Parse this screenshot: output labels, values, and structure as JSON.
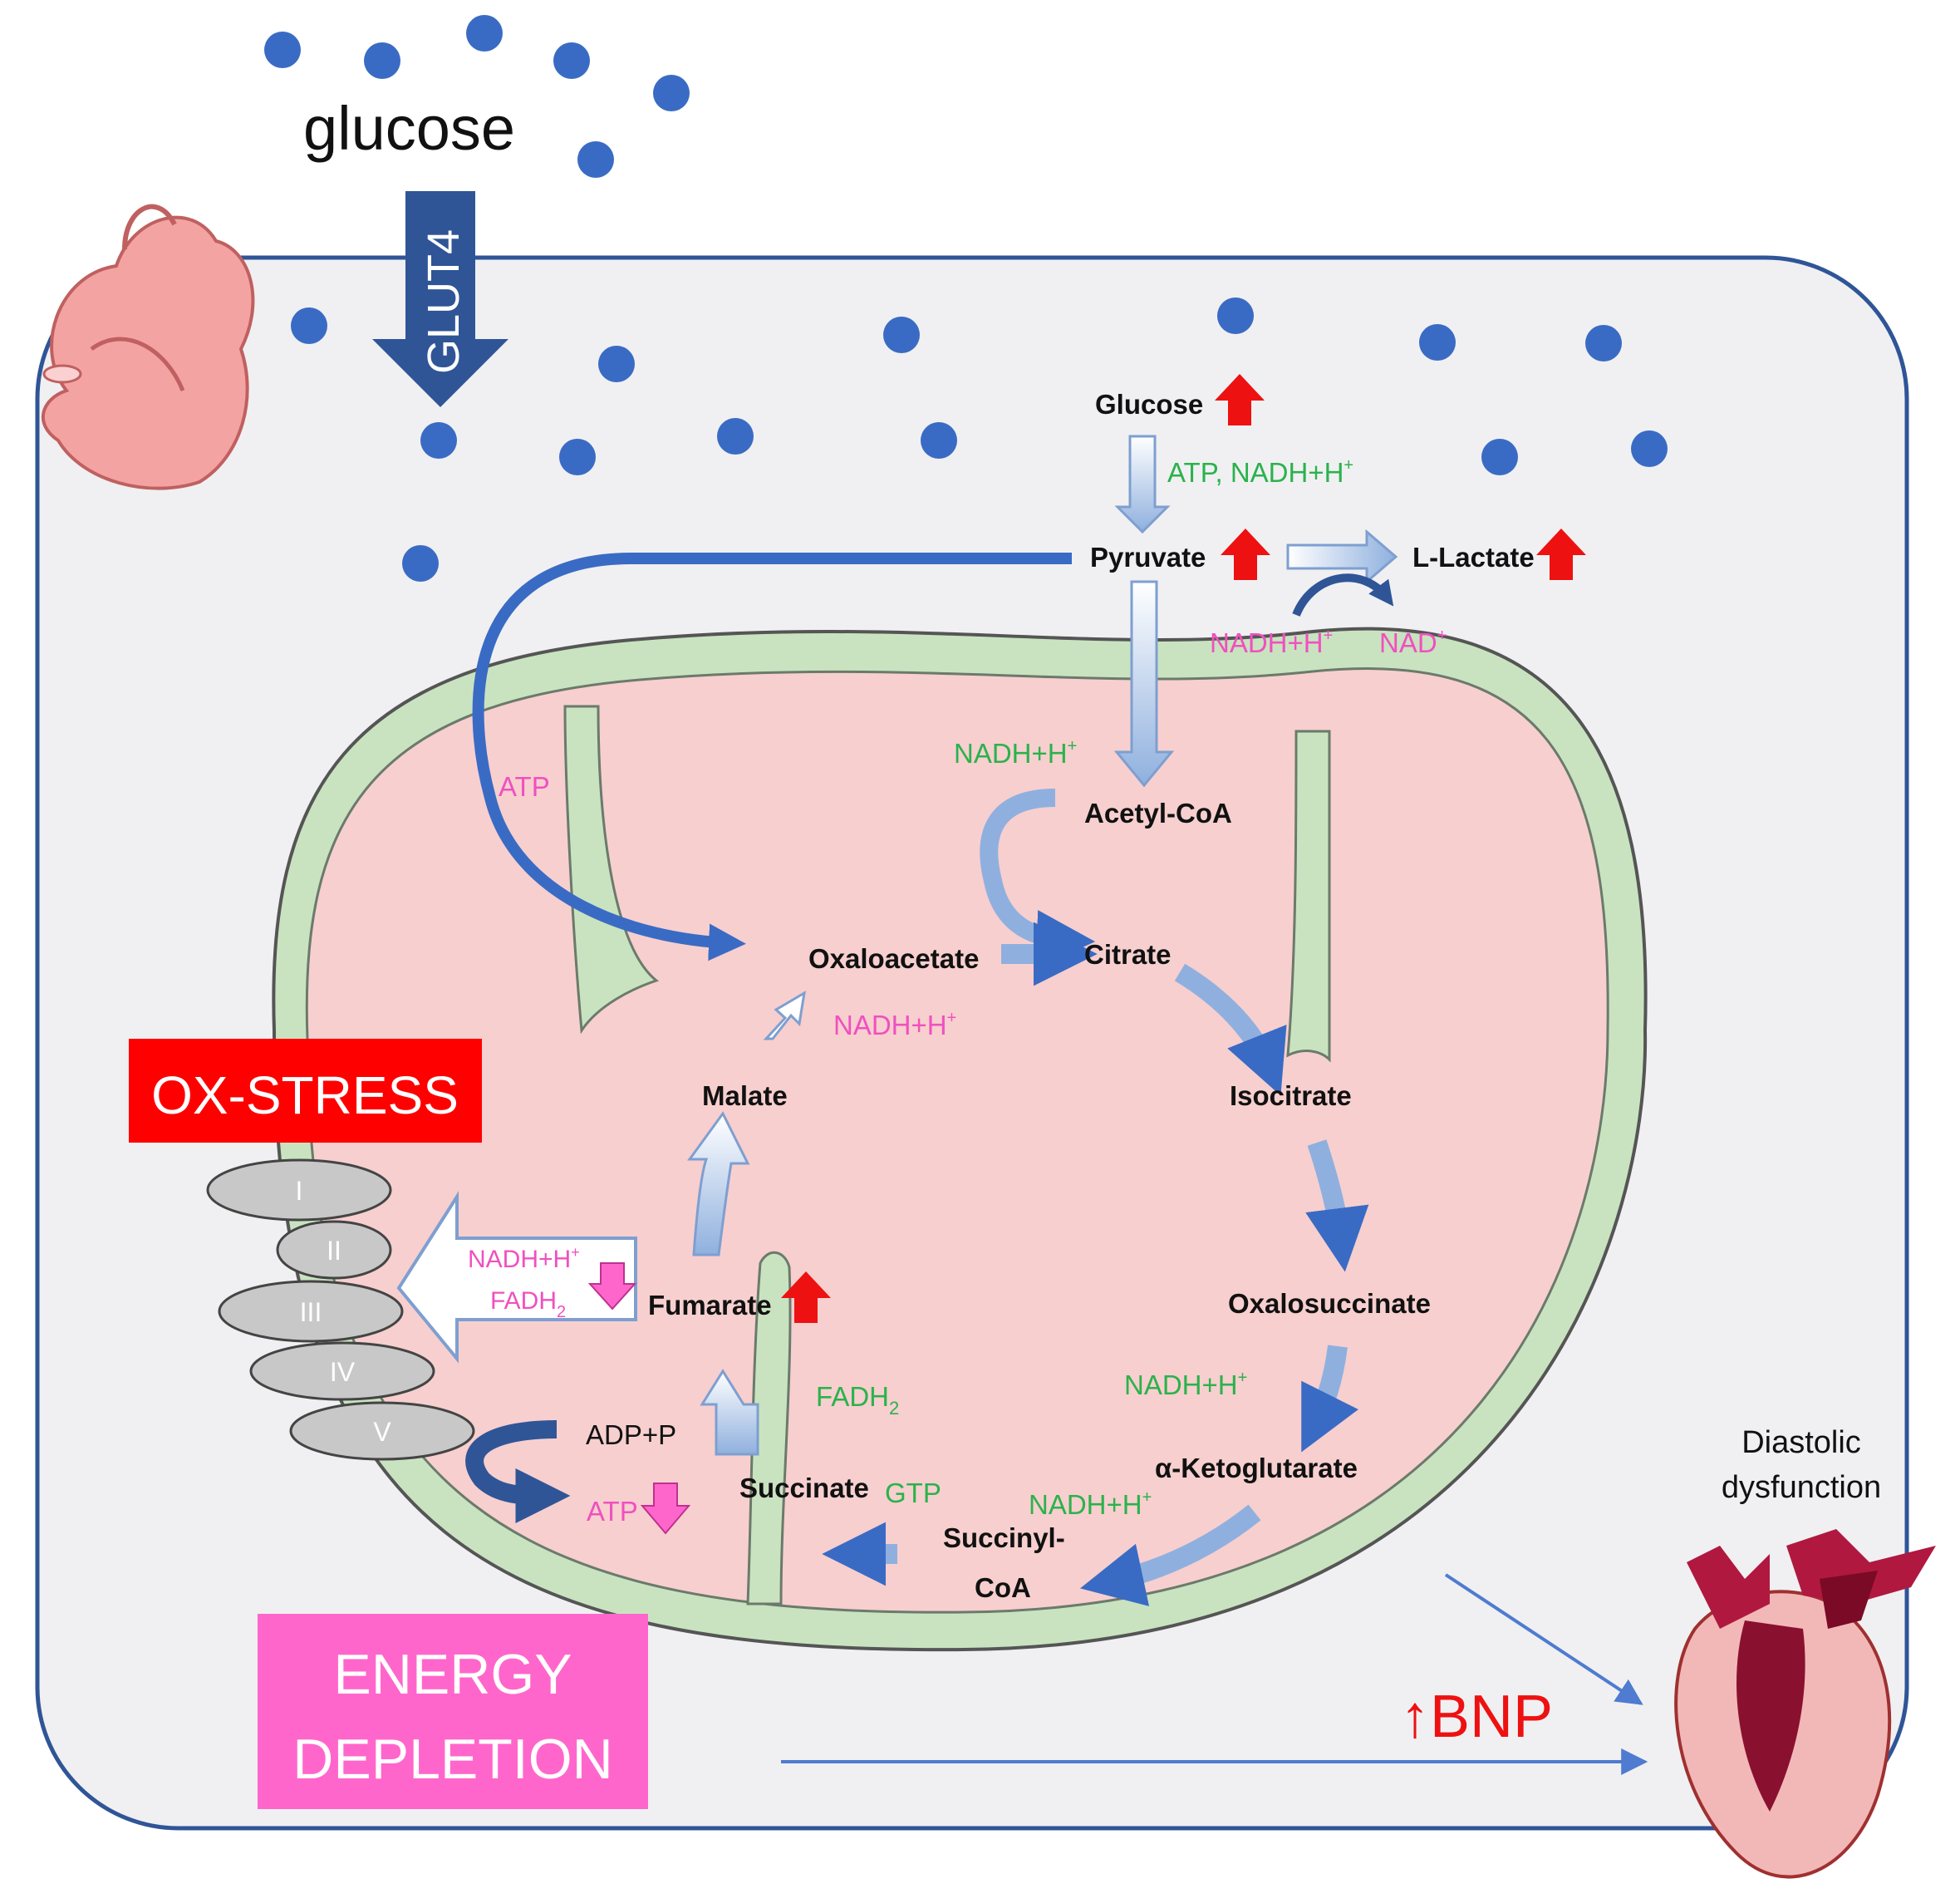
{
  "extracellular": {
    "glucose": "glucose",
    "transporter": "GLUT4"
  },
  "cytosol": {
    "glucose": "Glucose",
    "atp_nadh": "ATP, NADH+H",
    "pyruvate": "Pyruvate",
    "lactate": "L-Lactate",
    "nadh": "NADH+H",
    "nad": "NAD",
    "atp_pink": "ATP",
    "plus": "+"
  },
  "mito": {
    "nadh_entry": "NADH+H",
    "acetyl_coa": "Acetyl-CoA",
    "citrate": "Citrate",
    "oxaloacetate": "Oxaloacetate",
    "nadh_oaa": "NADH+H",
    "isocitrate": "Isocitrate",
    "malate": "Malate",
    "oxalosuccinate": "Oxalosuccinate",
    "nadh_oxs": "NADH+H",
    "fumarate": "Fumarate",
    "fadh": "FADH",
    "sub2": "2",
    "akg": "α-Ketoglutarate",
    "nadh_akg": "NADH+H",
    "succinate": "Succinate",
    "gtp": "GTP",
    "succinyl": "Succinyl-",
    "coa": "CoA"
  },
  "etc": {
    "complexes": [
      "I",
      "II",
      "III",
      "IV",
      "V"
    ],
    "nadh": "NADH+H",
    "fadh": "FADH",
    "adp": "ADP+P",
    "atp": "ATP"
  },
  "labels": {
    "ox_stress": "OX-STRESS",
    "energy_1": "ENERGY",
    "energy_2": "DEPLETION",
    "diastolic_1": "Diastolic",
    "diastolic_2": "dysfunction",
    "bnp": "↑BNP"
  },
  "colors": {
    "cell_fill": "#f0f0f2",
    "cell_stroke": "#2f5597",
    "glucose_dot": "#3a6bc4",
    "membrane_green": "#c9e3c0",
    "matrix_pink": "#f7cfcf",
    "green_text": "#2bb24c",
    "pink_text": "#f050c0",
    "red_box": "#ff0000",
    "pink_box": "#ff66cc",
    "up_arrow": "#ee1111",
    "dark_blue": "#2f5597"
  }
}
